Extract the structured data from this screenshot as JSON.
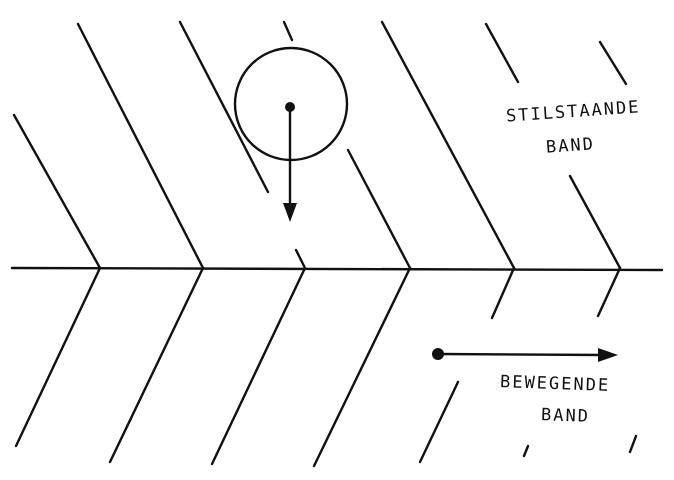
{
  "colors": {
    "ink": "#111111",
    "paper": "#ffffff"
  },
  "labels": {
    "static_band_line1": "STILSTAANDE",
    "static_band_line2": "BAND",
    "moving_band_line1": "BEWEGENDE",
    "moving_band_line2": "BAND"
  }
}
